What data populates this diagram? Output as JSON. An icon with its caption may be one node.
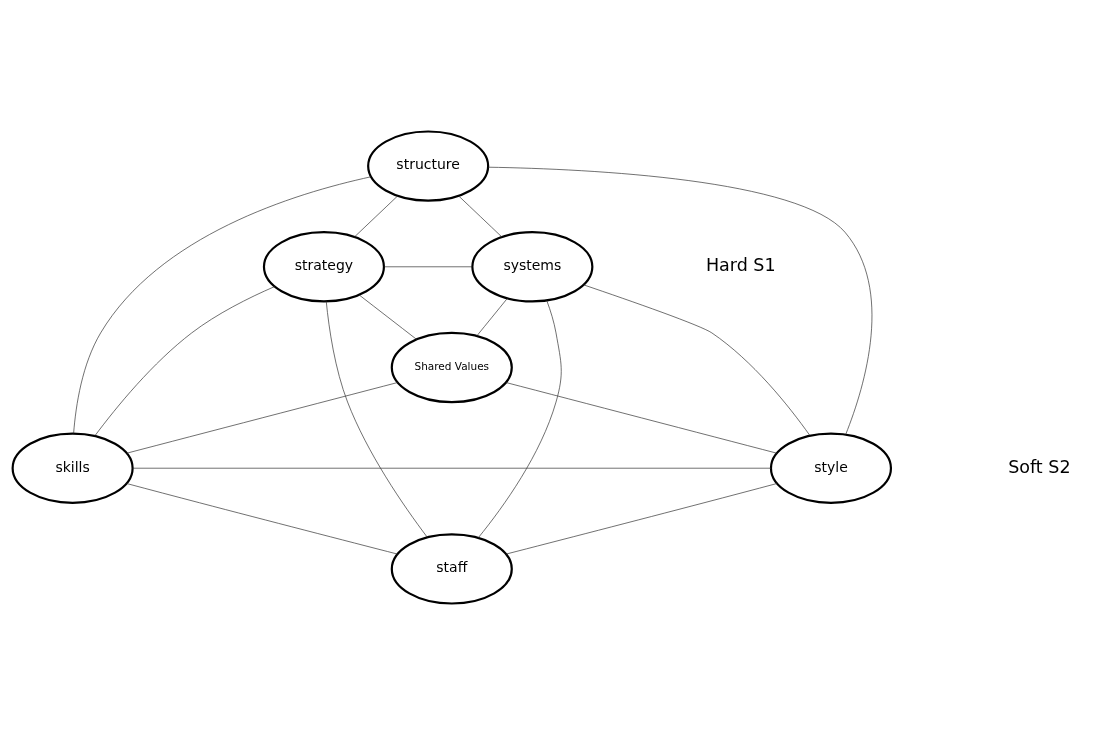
{
  "diagram": {
    "nodes": [
      {
        "text": [
          "structure"
        ]
      },
      {
        "text": [
          "strategy"
        ]
      },
      {
        "text": [
          "systems"
        ]
      },
      {
        "text": [
          "Shared Values"
        ]
      },
      {
        "text": [
          "skills"
        ]
      },
      {
        "text": [
          "style"
        ]
      },
      {
        "text": [
          "staff"
        ]
      }
    ],
    "edges": [
      {
        "from": 0,
        "to": 1,
        "arrow": "none"
      },
      {
        "from": 0,
        "to": 2,
        "arrow": "none"
      },
      {
        "from": 0,
        "to": 4,
        "arrow": "none"
      },
      {
        "from": 0,
        "to": 5,
        "arrow": "none"
      },
      {
        "from": 1,
        "to": 2,
        "arrow": "none"
      },
      {
        "from": 1,
        "to": 3,
        "arrow": "none"
      },
      {
        "from": 1,
        "to": 4,
        "arrow": "none"
      },
      {
        "from": 1,
        "to": 6,
        "arrow": "none"
      },
      {
        "from": 2,
        "to": 3,
        "arrow": "none"
      },
      {
        "from": 2,
        "to": 5,
        "arrow": "none"
      },
      {
        "from": 2,
        "to": 6,
        "arrow": "none"
      },
      {
        "from": 3,
        "to": 4,
        "arrow": "none"
      },
      {
        "from": 3,
        "to": 5,
        "arrow": "none"
      },
      {
        "from": 4,
        "to": 5,
        "arrow": "none"
      },
      {
        "from": 4,
        "to": 6,
        "arrow": "none"
      },
      {
        "from": 5,
        "to": 6,
        "arrow": "none"
      }
    ],
    "labels": [
      "Hard S1",
      "Soft S2"
    ]
  }
}
